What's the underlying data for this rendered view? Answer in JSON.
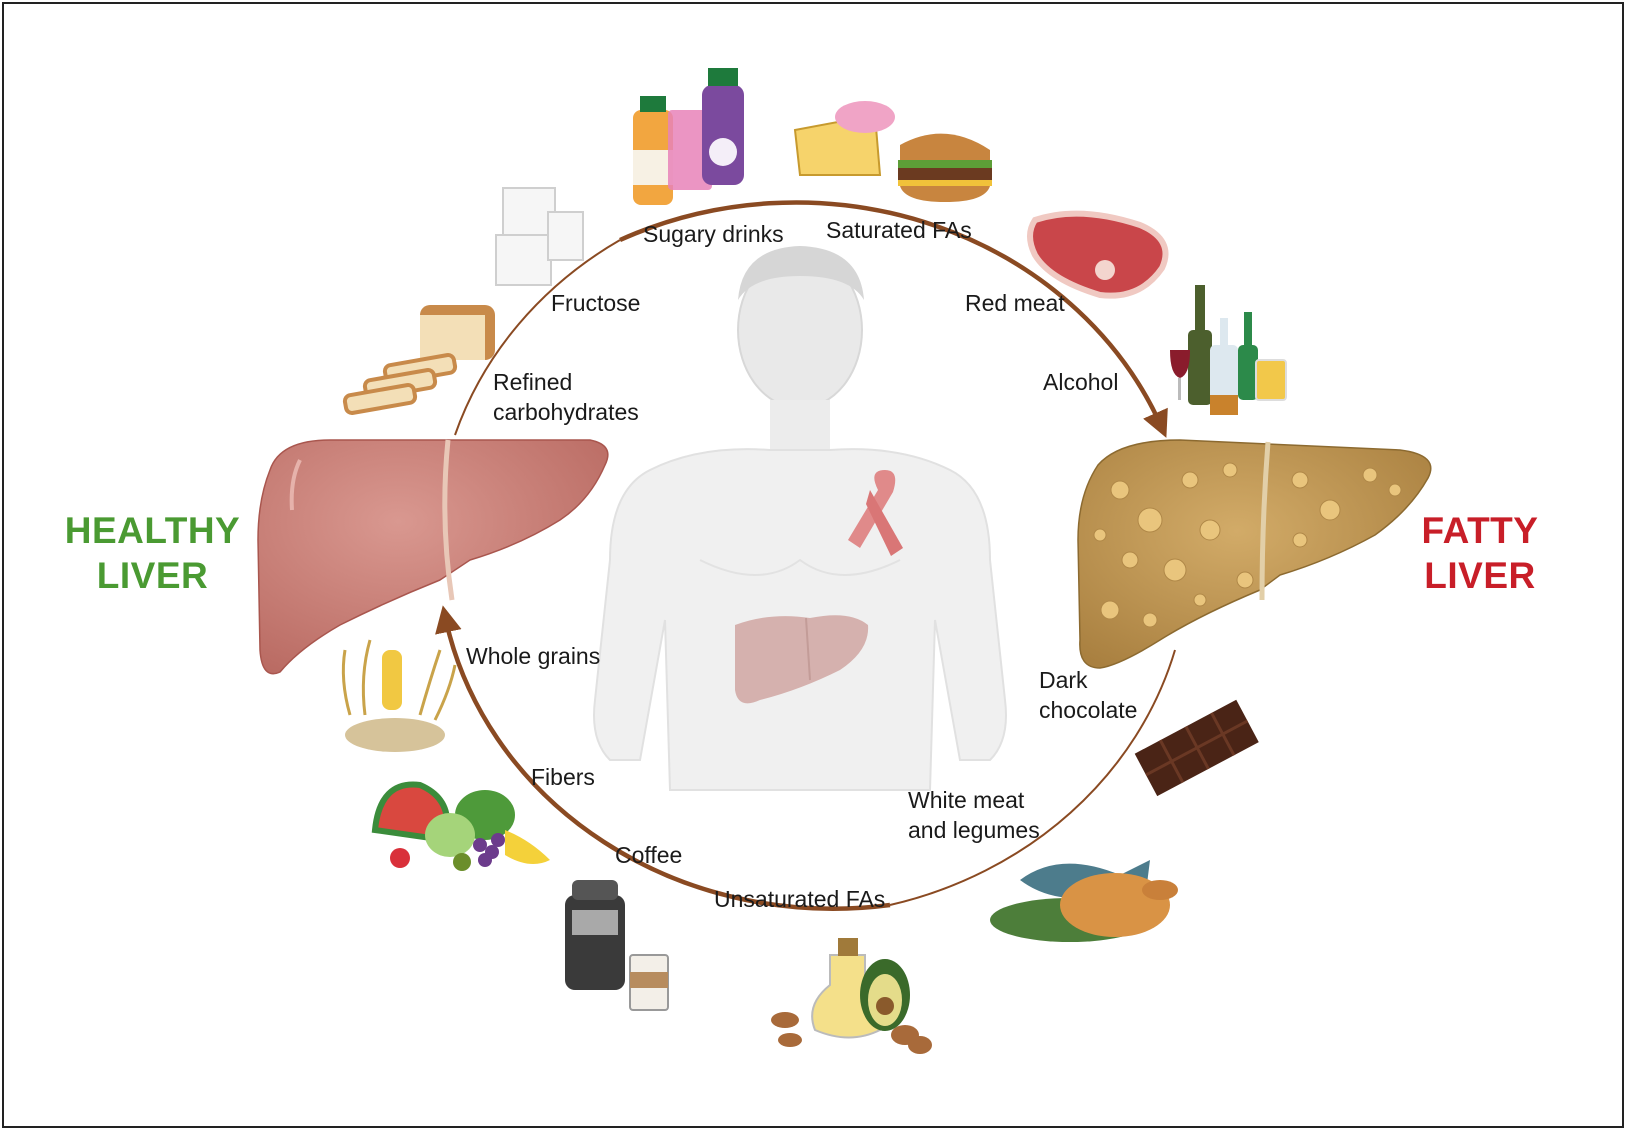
{
  "sides": {
    "healthy": {
      "line1": "HEALTHY",
      "line2": "LIVER",
      "color": "#4a9a32"
    },
    "fatty": {
      "line1": "FATTY",
      "line2": "LIVER",
      "color": "#c81e28"
    }
  },
  "harmful_foods": [
    {
      "key": "refined",
      "line1": "Refined",
      "line2": "carbohydrates",
      "icon": "bread-icon"
    },
    {
      "key": "fructose",
      "line1": "Fructose",
      "icon": "sugar-cubes-icon"
    },
    {
      "key": "sugary",
      "line1": "Sugary drinks",
      "icon": "juice-bottles-icon"
    },
    {
      "key": "satfa",
      "line1": "Saturated FAs",
      "icon": "fast-food-icon"
    },
    {
      "key": "redmeat",
      "line1": "Red meat",
      "icon": "steak-icon"
    },
    {
      "key": "alcohol",
      "line1": "Alcohol",
      "icon": "alcohol-bottles-icon"
    }
  ],
  "protective_foods": [
    {
      "key": "darkchoc",
      "line1": "Dark",
      "line2": "chocolate",
      "icon": "chocolate-bar-icon"
    },
    {
      "key": "whitemeat",
      "line1": "White meat",
      "line2": "and legumes",
      "icon": "chicken-fish-icon"
    },
    {
      "key": "unsatfa",
      "line1": "Unsaturated FAs",
      "icon": "olive-oil-avocado-icon"
    },
    {
      "key": "coffee",
      "line1": "Coffee",
      "icon": "coffee-grinder-icon"
    },
    {
      "key": "fibers",
      "line1": "Fibers",
      "icon": "fruits-vegetables-icon"
    },
    {
      "key": "wholegrains",
      "line1": "Whole grains",
      "icon": "grains-icon"
    }
  ],
  "colors": {
    "arrow": "#8a4a22",
    "healthy_liver": "#c97a72",
    "fatty_liver": "#bf9550",
    "ribbon": "#e08a8a"
  }
}
